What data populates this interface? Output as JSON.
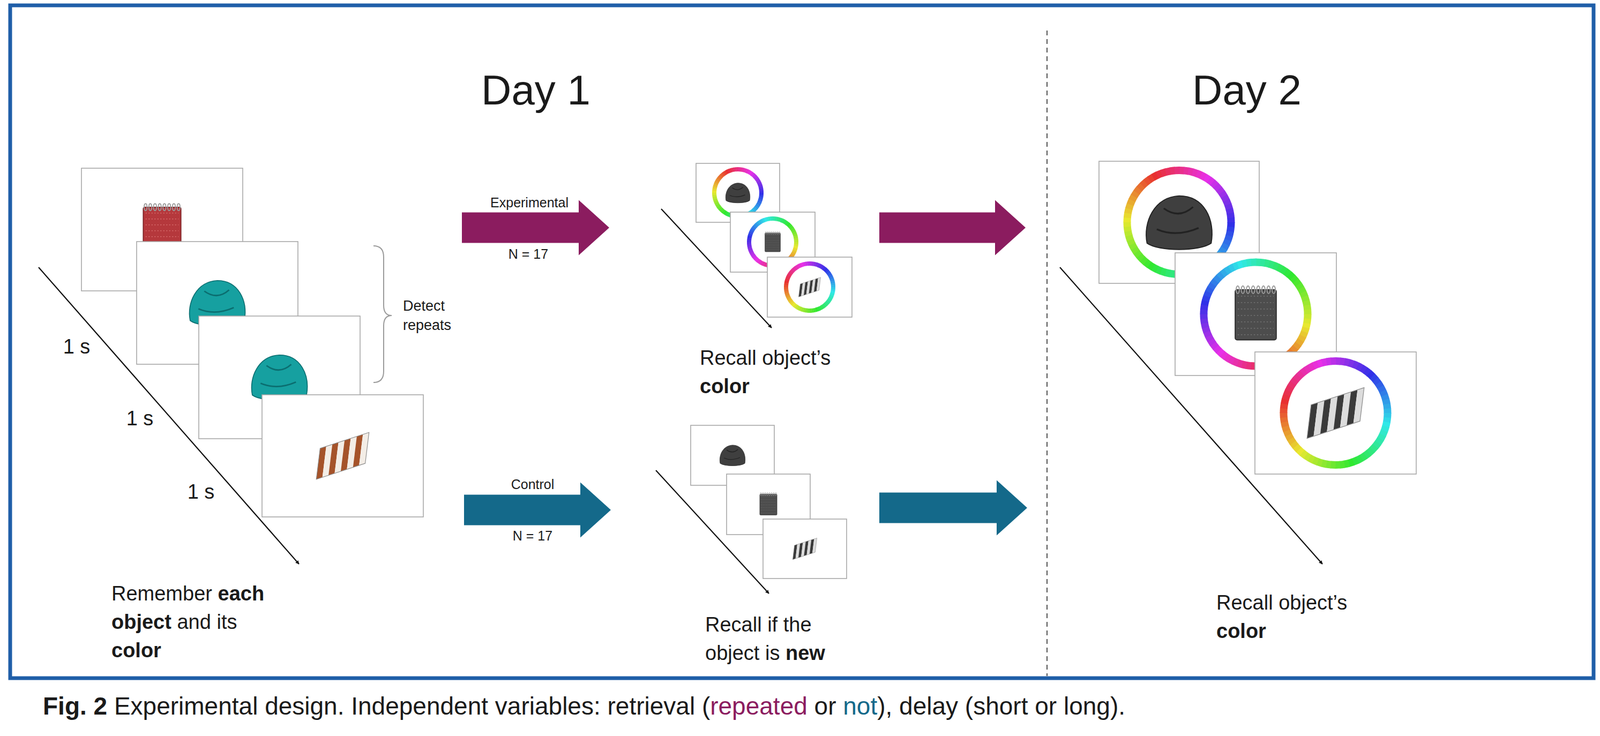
{
  "diagram": {
    "caption": "Fig. 2 Experimental design. Independent variables: retrieval (repeated or not), delay (short or long).",
    "nodes": [
      {
        "text": [
          "Remember each object and its color"
        ]
      },
      {
        "text": [
          "Recall object’s color"
        ]
      },
      {
        "text": [
          "Recall if the object is new"
        ]
      },
      {
        "text": [
          "Recall object’s color"
        ]
      }
    ],
    "edges": [
      {
        "from": 0,
        "to": 1,
        "arrow": "to"
      },
      {
        "from": 0,
        "to": 2,
        "arrow": "to"
      },
      {
        "from": 1,
        "to": 3,
        "arrow": "to"
      },
      {
        "from": 2,
        "to": 3,
        "arrow": "to"
      }
    ],
    "labels": [
      "Day 1",
      "Day 2",
      "1 s",
      "1 s",
      "1 s",
      "Detect repeats",
      "Experimental",
      "N = 17",
      "Control",
      "N = 17"
    ]
  }
}
